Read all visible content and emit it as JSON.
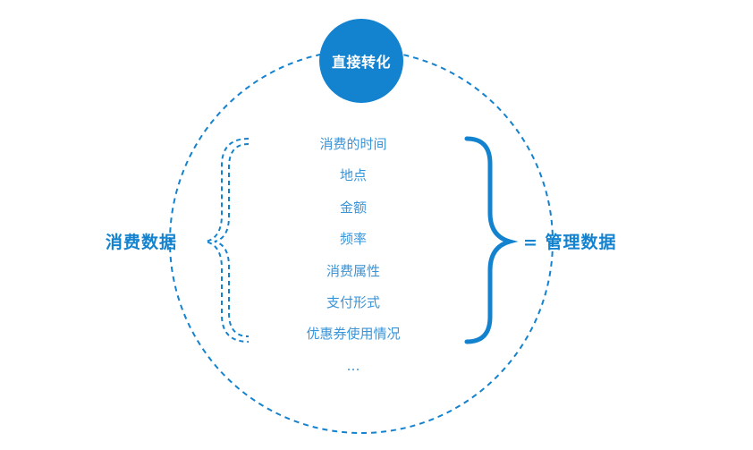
{
  "diagram": {
    "top_label": "直接转化",
    "left_label": "消费数据",
    "right_label": "= 管理数据",
    "items": [
      "消费的时间",
      "地点",
      "金额",
      "频率",
      "消费属性",
      "支付形式",
      "优惠券使用情况",
      "…"
    ],
    "colors": {
      "primary": "#1382cf",
      "text_light": "#3a94d8",
      "background": "#ffffff"
    }
  }
}
